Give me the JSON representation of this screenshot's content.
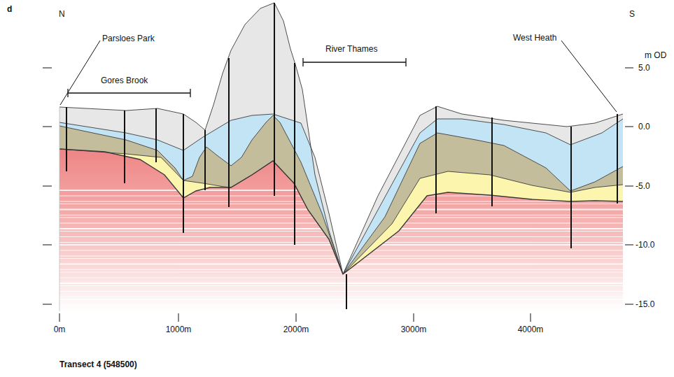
{
  "diagram": {
    "caption": "Transect 4 (548500)",
    "labels": [
      "d",
      "N",
      "S",
      "Parsloes Park",
      "Gores Brook",
      "River Thames",
      "West Heath",
      "m OD",
      "5.0",
      "0.0",
      "-5.0",
      "-10.0",
      "-15.0",
      "0m",
      "1000m",
      "2000m",
      "3000m",
      "4000m"
    ]
  }
}
